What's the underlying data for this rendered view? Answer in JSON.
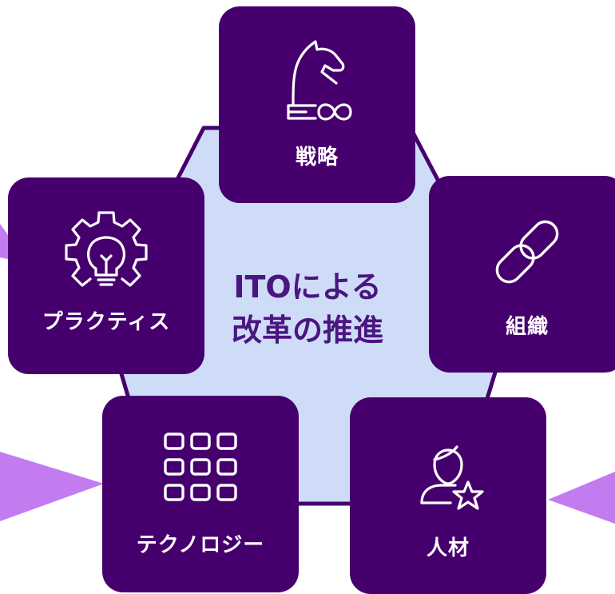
{
  "colors": {
    "card": "#46006e",
    "hexagon_fill": "#cfdcf8",
    "hexagon_stroke": "#46006e",
    "center_text": "#4a1680",
    "arrow": "#c27cf0"
  },
  "center": {
    "line1": "ITOによる",
    "line2": "改革の推進"
  },
  "cards": {
    "strategy": {
      "label": "戦略",
      "icon": "chess-knight-infinity-icon"
    },
    "organization": {
      "label": "組織",
      "icon": "chain-link-icon"
    },
    "people": {
      "label": "人材",
      "icon": "person-star-icon"
    },
    "technology": {
      "label": "テクノロジー",
      "icon": "grid-nine-squares-icon"
    },
    "practice": {
      "label": "プラクティス",
      "icon": "gear-lightbulb-icon"
    }
  }
}
